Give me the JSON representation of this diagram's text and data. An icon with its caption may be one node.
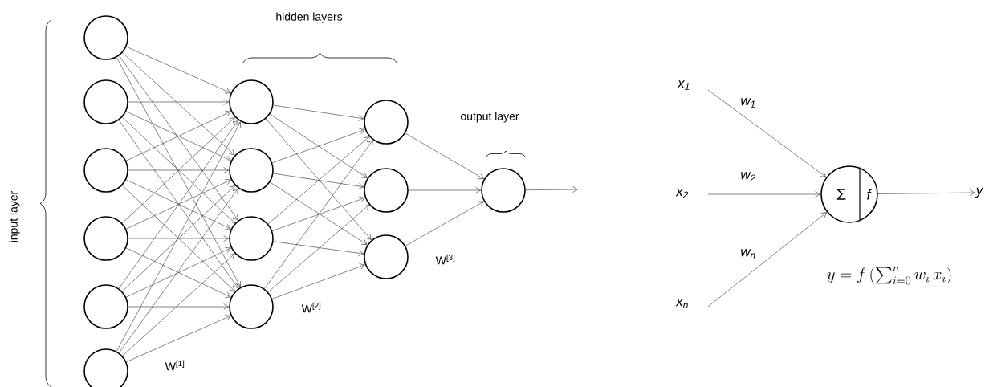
{
  "diagram": {
    "nodes": [
      {
        "text": [],
        "shape": "circle"
      },
      {
        "text": [],
        "shape": "circle"
      },
      {
        "text": [],
        "shape": "circle"
      },
      {
        "text": [],
        "shape": "circle"
      },
      {
        "text": [],
        "shape": "circle"
      },
      {
        "text": [],
        "shape": "circle"
      },
      {
        "text": [],
        "shape": "circle"
      },
      {
        "text": [],
        "shape": "circle"
      },
      {
        "text": [],
        "shape": "circle"
      },
      {
        "text": [],
        "shape": "circle"
      },
      {
        "text": [],
        "shape": "circle"
      },
      {
        "text": [],
        "shape": "circle"
      },
      {
        "text": [],
        "shape": "circle"
      },
      {
        "text": [],
        "shape": "circle"
      },
      {
        "text": [
          "x$_{1}$"
        ]
      },
      {
        "text": [
          "x$_{2}$"
        ]
      },
      {
        "text": [
          "x$_{n}$"
        ]
      },
      {
        "text": [
          "Σ",
          "f"
        ]
      },
      {
        "text": [
          "y"
        ]
      }
    ],
    "edges": [
      {
        "from": 0,
        "to": 6,
        "arrow": "to"
      },
      {
        "from": 0,
        "to": 7,
        "arrow": "to"
      },
      {
        "from": 0,
        "to": 8,
        "arrow": "to"
      },
      {
        "from": 0,
        "to": 9,
        "arrow": "to"
      },
      {
        "from": 1,
        "to": 6,
        "arrow": "to"
      },
      {
        "from": 1,
        "to": 7,
        "arrow": "to"
      },
      {
        "from": 1,
        "to": 8,
        "arrow": "to"
      },
      {
        "from": 1,
        "to": 9,
        "arrow": "to"
      },
      {
        "from": 2,
        "to": 6,
        "arrow": "to"
      },
      {
        "from": 2,
        "to": 7,
        "arrow": "to"
      },
      {
        "from": 2,
        "to": 8,
        "arrow": "to"
      },
      {
        "from": 2,
        "to": 9,
        "arrow": "to"
      },
      {
        "from": 3,
        "to": 6,
        "arrow": "to"
      },
      {
        "from": 3,
        "to": 7,
        "arrow": "to"
      },
      {
        "from": 3,
        "to": 8,
        "arrow": "to"
      },
      {
        "from": 3,
        "to": 9,
        "arrow": "to"
      },
      {
        "from": 4,
        "to": 6,
        "arrow": "to"
      },
      {
        "from": 4,
        "to": 7,
        "arrow": "to"
      },
      {
        "from": 4,
        "to": 8,
        "arrow": "to"
      },
      {
        "from": 4,
        "to": 9,
        "arrow": "to"
      },
      {
        "from": 5,
        "to": 6,
        "arrow": "to"
      },
      {
        "from": 5,
        "to": 7,
        "arrow": "to"
      },
      {
        "from": 5,
        "to": 8,
        "arrow": "to"
      },
      {
        "from": 5,
        "to": 9,
        "arrow": "to"
      },
      {
        "from": 6,
        "to": 10,
        "arrow": "to"
      },
      {
        "from": 6,
        "to": 11,
        "arrow": "to"
      },
      {
        "from": 6,
        "to": 12,
        "arrow": "to"
      },
      {
        "from": 7,
        "to": 10,
        "arrow": "to"
      },
      {
        "from": 7,
        "to": 11,
        "arrow": "to"
      },
      {
        "from": 7,
        "to": 12,
        "arrow": "to"
      },
      {
        "from": 8,
        "to": 10,
        "arrow": "to"
      },
      {
        "from": 8,
        "to": 11,
        "arrow": "to"
      },
      {
        "from": 8,
        "to": 12,
        "arrow": "to"
      },
      {
        "from": 9,
        "to": 10,
        "arrow": "to"
      },
      {
        "from": 9,
        "to": 11,
        "arrow": "to"
      },
      {
        "from": 9,
        "to": 12,
        "arrow": "to"
      },
      {
        "from": 10,
        "to": 13,
        "arrow": "to"
      },
      {
        "from": 11,
        "to": 13,
        "arrow": "to"
      },
      {
        "from": 12,
        "to": 13,
        "arrow": "to"
      },
      {
        "from": 13,
        "to": null,
        "arrow": "to"
      },
      {
        "from": 14,
        "to": 17,
        "arrow": "to",
        "label": "w$_{1}$"
      },
      {
        "from": 15,
        "to": 17,
        "arrow": "to",
        "label": "w$_{2}$"
      },
      {
        "from": 16,
        "to": 17,
        "arrow": "to",
        "label": "w$_{n}$"
      },
      {
        "from": 17,
        "to": 18,
        "arrow": "to"
      }
    ],
    "labels": [
      "input layer",
      "hidden layers",
      "output layer",
      "W$^{[1]}$",
      "W$^{[2]}$",
      "W$^{[3]}$",
      "y=f\\left(\\sum_{i=0}^{n} w_i\\, x_i\\right)"
    ]
  }
}
